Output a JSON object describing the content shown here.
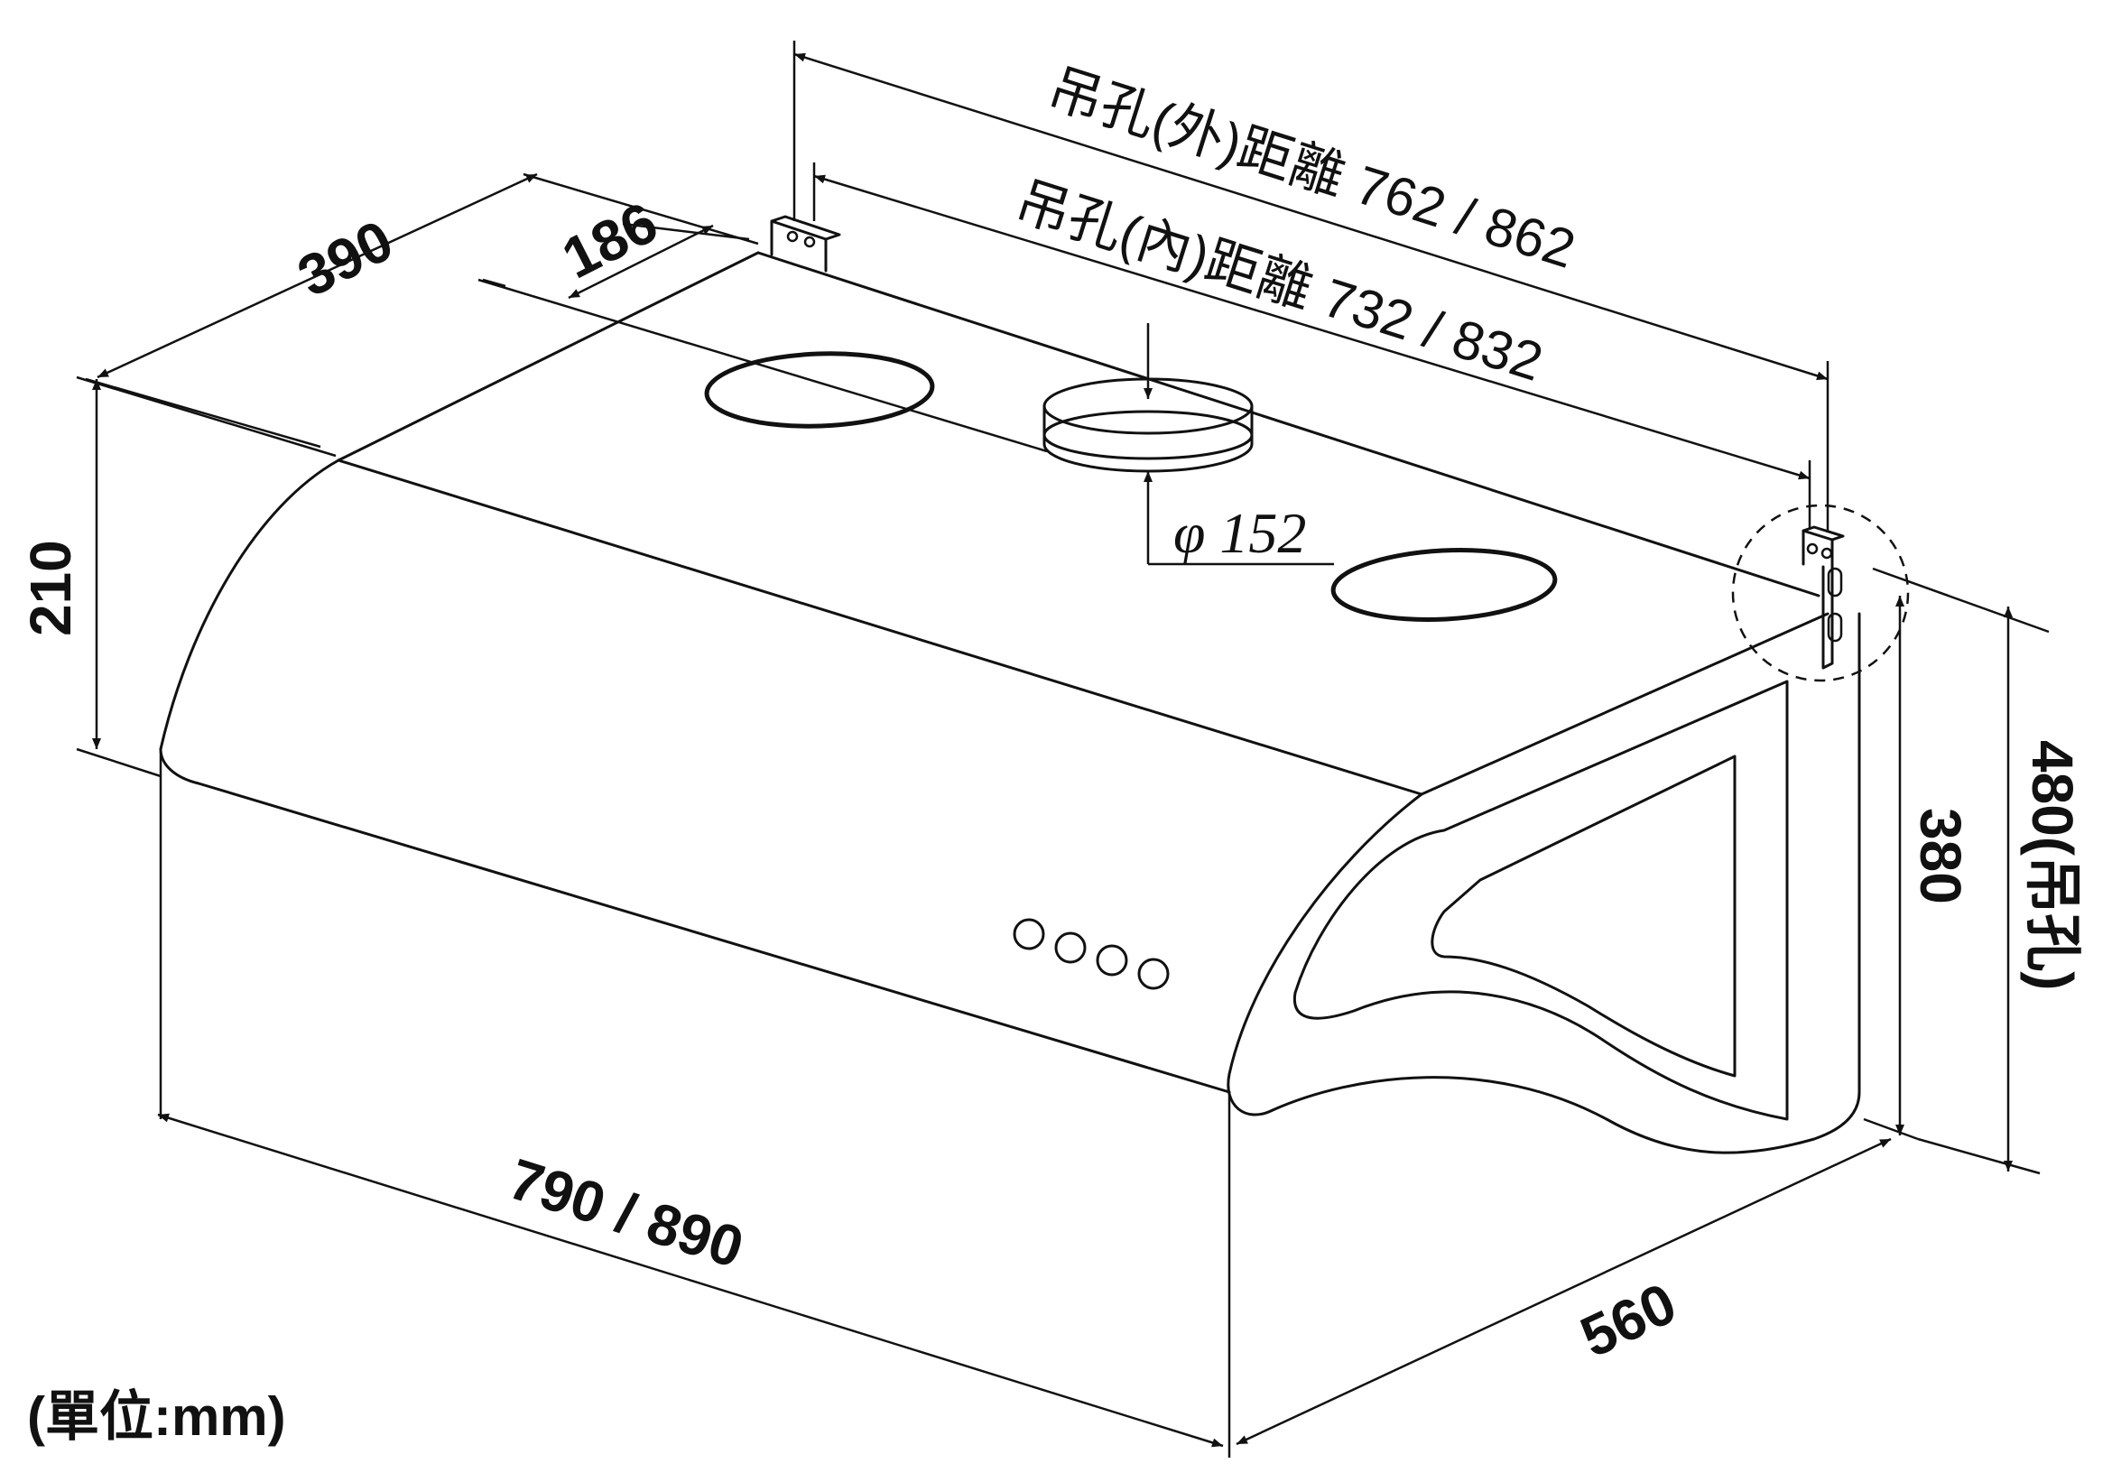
{
  "labels": {
    "width_top": "390",
    "depth_186": "186",
    "height_210": "210",
    "outer_hole": "吊孔(外)距離 762 / 862",
    "inner_hole": "吊孔(內)距離 732 / 832",
    "duct": "φ 152",
    "height_380": "380",
    "height_480": "480(吊孔)",
    "front_width": "790 / 890",
    "depth_560": "560",
    "unit": "(單位:mm)"
  }
}
